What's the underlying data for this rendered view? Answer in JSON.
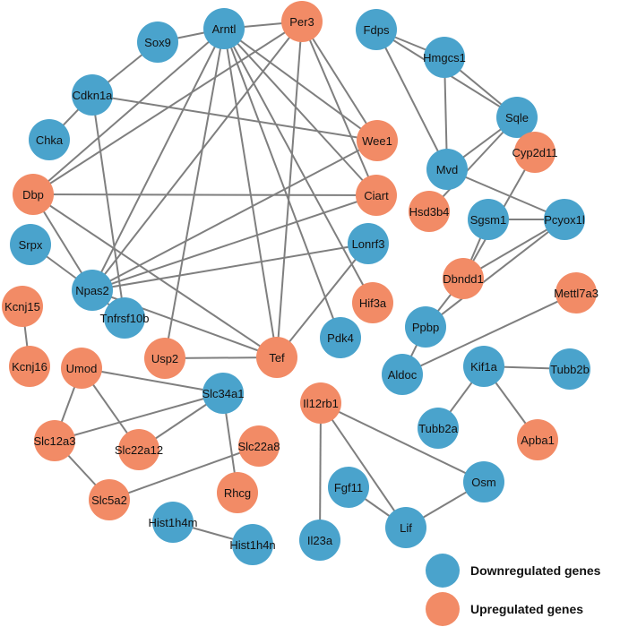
{
  "colors": {
    "down": "#4aa3cc",
    "up": "#f28b66",
    "edge": "#7f7f7f"
  },
  "legend": {
    "items": [
      {
        "key": "down",
        "label": "Downregulated genes"
      },
      {
        "key": "up",
        "label": "Upregulated genes"
      }
    ]
  },
  "nodes": [
    {
      "id": "Arntl",
      "label": "Arntl",
      "type": "down"
    },
    {
      "id": "Per3",
      "label": "Per3",
      "type": "up"
    },
    {
      "id": "Sox9",
      "label": "Sox9",
      "type": "down"
    },
    {
      "id": "Cdkn1a",
      "label": "Cdkn1a",
      "type": "down"
    },
    {
      "id": "Chka",
      "label": "Chka",
      "type": "down"
    },
    {
      "id": "Wee1",
      "label": "Wee1",
      "type": "up"
    },
    {
      "id": "Dbp",
      "label": "Dbp",
      "type": "up"
    },
    {
      "id": "Ciart",
      "label": "Ciart",
      "type": "up"
    },
    {
      "id": "Srpx",
      "label": "Srpx",
      "type": "down"
    },
    {
      "id": "Lonrf3",
      "label": "Lonrf3",
      "type": "down"
    },
    {
      "id": "Npas2",
      "label": "Npas2",
      "type": "down"
    },
    {
      "id": "Tnfrsf10b",
      "label": "Tnfrsf10b",
      "type": "down"
    },
    {
      "id": "Hif3a",
      "label": "Hif3a",
      "type": "up"
    },
    {
      "id": "Pdk4",
      "label": "Pdk4",
      "type": "down"
    },
    {
      "id": "Usp2",
      "label": "Usp2",
      "type": "up"
    },
    {
      "id": "Tef",
      "label": "Tef",
      "type": "up"
    },
    {
      "id": "Kcnj15",
      "label": "Kcnj15",
      "type": "up"
    },
    {
      "id": "Kcnj16",
      "label": "Kcnj16",
      "type": "up"
    },
    {
      "id": "Fdps",
      "label": "Fdps",
      "type": "down"
    },
    {
      "id": "Hmgcs1",
      "label": "Hmgcs1",
      "type": "down"
    },
    {
      "id": "Sqle",
      "label": "Sqle",
      "type": "down"
    },
    {
      "id": "Mvd",
      "label": "Mvd",
      "type": "down"
    },
    {
      "id": "Cyp2d11",
      "label": "Cyp2d11",
      "type": "up"
    },
    {
      "id": "Hsd3b4",
      "label": "Hsd3b4",
      "type": "up"
    },
    {
      "id": "Sgsm1",
      "label": "Sgsm1",
      "type": "down"
    },
    {
      "id": "Pcyox1l",
      "label": "Pcyox1l",
      "type": "down"
    },
    {
      "id": "Dbndd1",
      "label": "Dbndd1",
      "type": "up"
    },
    {
      "id": "Mettl7a3",
      "label": "Mettl7a3",
      "type": "up"
    },
    {
      "id": "Ppbp",
      "label": "Ppbp",
      "type": "down"
    },
    {
      "id": "Aldoc",
      "label": "Aldoc",
      "type": "down"
    },
    {
      "id": "Kif1a",
      "label": "Kif1a",
      "type": "down"
    },
    {
      "id": "Tubb2b",
      "label": "Tubb2b",
      "type": "down"
    },
    {
      "id": "Tubb2a",
      "label": "Tubb2a",
      "type": "down"
    },
    {
      "id": "Apba1",
      "label": "Apba1",
      "type": "up"
    },
    {
      "id": "Umod",
      "label": "Umod",
      "type": "up"
    },
    {
      "id": "Slc34a1",
      "label": "Slc34a1",
      "type": "down"
    },
    {
      "id": "Slc12a3",
      "label": "Slc12a3",
      "type": "up"
    },
    {
      "id": "Slc22a12",
      "label": "Slc22a12",
      "type": "up"
    },
    {
      "id": "Slc22a8",
      "label": "Slc22a8",
      "type": "up"
    },
    {
      "id": "Rhcg",
      "label": "Rhcg",
      "type": "up"
    },
    {
      "id": "Slc5a2",
      "label": "Slc5a2",
      "type": "up"
    },
    {
      "id": "Hist1h4m",
      "label": "Hist1h4m",
      "type": "down"
    },
    {
      "id": "Hist1h4n",
      "label": "Hist1h4n",
      "type": "down"
    },
    {
      "id": "Il12rb1",
      "label": "Il12rb1",
      "type": "up"
    },
    {
      "id": "Fgf11",
      "label": "Fgf11",
      "type": "down"
    },
    {
      "id": "Il23a",
      "label": "Il23a",
      "type": "down"
    },
    {
      "id": "Lif",
      "label": "Lif",
      "type": "down"
    },
    {
      "id": "Osm",
      "label": "Osm",
      "type": "down"
    }
  ],
  "edges": [
    [
      "Arntl",
      "Per3"
    ],
    [
      "Arntl",
      "Sox9"
    ],
    [
      "Arntl",
      "Dbp"
    ],
    [
      "Arntl",
      "Npas2"
    ],
    [
      "Arntl",
      "Usp2"
    ],
    [
      "Arntl",
      "Tef"
    ],
    [
      "Arntl",
      "Wee1"
    ],
    [
      "Arntl",
      "Ciart"
    ],
    [
      "Arntl",
      "Hif3a"
    ],
    [
      "Arntl",
      "Pdk4"
    ],
    [
      "Sox9",
      "Cdkn1a"
    ],
    [
      "Cdkn1a",
      "Chka"
    ],
    [
      "Cdkn1a",
      "Wee1"
    ],
    [
      "Cdkn1a",
      "Tnfrsf10b"
    ],
    [
      "Per3",
      "Dbp"
    ],
    [
      "Per3",
      "Npas2"
    ],
    [
      "Per3",
      "Tef"
    ],
    [
      "Per3",
      "Wee1"
    ],
    [
      "Per3",
      "Ciart"
    ],
    [
      "Dbp",
      "Ciart"
    ],
    [
      "Dbp",
      "Tef"
    ],
    [
      "Dbp",
      "Npas2"
    ],
    [
      "Npas2",
      "Wee1"
    ],
    [
      "Npas2",
      "Ciart"
    ],
    [
      "Npas2",
      "Lonrf3"
    ],
    [
      "Npas2",
      "Tef"
    ],
    [
      "Npas2",
      "Srpx"
    ],
    [
      "Npas2",
      "Tnfrsf10b"
    ],
    [
      "Lonrf3",
      "Tef"
    ],
    [
      "Usp2",
      "Tef"
    ],
    [
      "Kcnj15",
      "Kcnj16"
    ],
    [
      "Fdps",
      "Hmgcs1"
    ],
    [
      "Fdps",
      "Sqle"
    ],
    [
      "Fdps",
      "Mvd"
    ],
    [
      "Hmgcs1",
      "Sqle"
    ],
    [
      "Hmgcs1",
      "Mvd"
    ],
    [
      "Sqle",
      "Mvd"
    ],
    [
      "Sqle",
      "Hsd3b4"
    ],
    [
      "Mvd",
      "Pcyox1l"
    ],
    [
      "Cyp2d11",
      "Dbndd1"
    ],
    [
      "Sgsm1",
      "Pcyox1l"
    ],
    [
      "Sgsm1",
      "Dbndd1"
    ],
    [
      "Pcyox1l",
      "Dbndd1"
    ],
    [
      "Pcyox1l",
      "Ppbp"
    ],
    [
      "Dbndd1",
      "Ppbp"
    ],
    [
      "Ppbp",
      "Aldoc"
    ],
    [
      "Mettl7a3",
      "Aldoc"
    ],
    [
      "Kif1a",
      "Tubb2b"
    ],
    [
      "Kif1a",
      "Tubb2a"
    ],
    [
      "Kif1a",
      "Apba1"
    ],
    [
      "Umod",
      "Slc34a1"
    ],
    [
      "Umod",
      "Slc12a3"
    ],
    [
      "Umod",
      "Slc22a12"
    ],
    [
      "Slc34a1",
      "Slc12a3"
    ],
    [
      "Slc34a1",
      "Slc22a12"
    ],
    [
      "Slc34a1",
      "Rhcg"
    ],
    [
      "Slc12a3",
      "Slc5a2"
    ],
    [
      "Slc22a8",
      "Slc5a2"
    ],
    [
      "Hist1h4m",
      "Hist1h4n"
    ],
    [
      "Il12rb1",
      "Il23a"
    ],
    [
      "Il12rb1",
      "Lif"
    ],
    [
      "Il12rb1",
      "Osm"
    ],
    [
      "Fgf11",
      "Lif"
    ],
    [
      "Lif",
      "Osm"
    ]
  ]
}
